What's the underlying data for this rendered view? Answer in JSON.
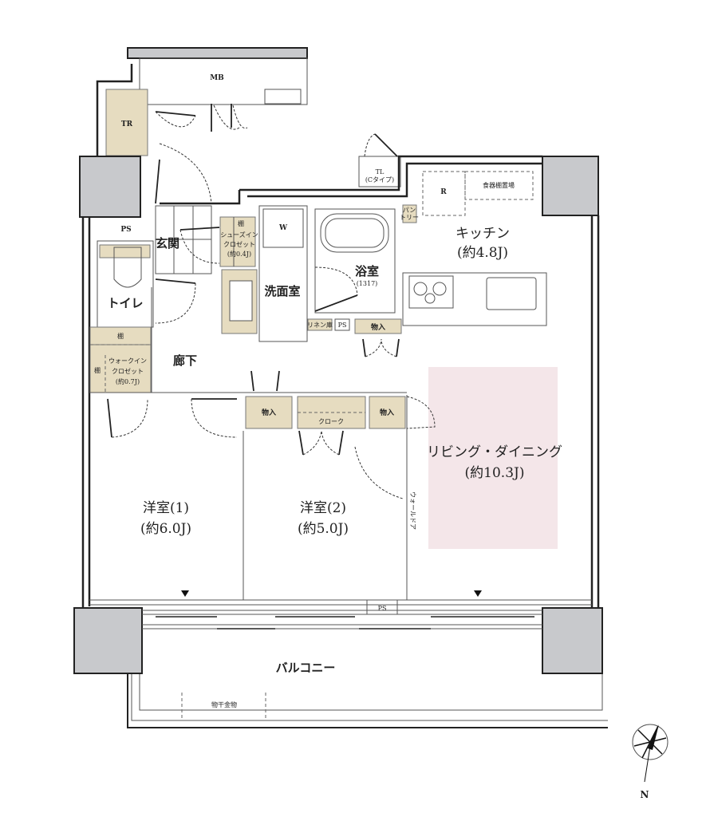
{
  "plan": {
    "rooms": {
      "mb": "MB",
      "tr": "TR",
      "tl": "TL",
      "tl_type": "(Cタイプ)",
      "ps_top": "PS",
      "entrance": "玄関",
      "shoes_shelf": "棚",
      "shoes_closet_1": "シューズイン",
      "shoes_closet_2": "クロゼット",
      "shoes_closet_size": "(約0.4J)",
      "washer": "W",
      "washroom": "洗面室",
      "bath": "浴室",
      "bath_size": "(1317)",
      "toilet": "トイレ",
      "linen": "リネン庫",
      "ps_mid": "PS",
      "storage_1": "物入",
      "wic_shelf_top": "棚",
      "wic_shelf_side": "棚",
      "wic_1": "ウォークイン",
      "wic_2": "クロゼット",
      "wic_size": "(約0.7J)",
      "hallway": "廊下",
      "refrigerator": "R",
      "cupboard": "食器棚置場",
      "pantry_1": "パン",
      "pantry_2": "トリー",
      "kitchen": "キッチン",
      "kitchen_size": "(約4.8J)",
      "storage_2": "物入",
      "closet": "クローク",
      "storage_3": "物入",
      "living": "リビング・ダイニング",
      "living_size": "(約10.3J)",
      "wall_door": "ウォールドア",
      "bedroom1": "洋室(1)",
      "bedroom1_size": "(約6.0J)",
      "bedroom2": "洋室(2)",
      "bedroom2_size": "(約5.0J)",
      "ps_bottom": "PS",
      "balcony": "バルコニー",
      "laundry_hanger": "物干金物"
    },
    "compass": "N",
    "colors": {
      "storage": "#e6dcc0",
      "column": "#c8c9cc",
      "living_highlight": "#f4e6e9"
    }
  }
}
